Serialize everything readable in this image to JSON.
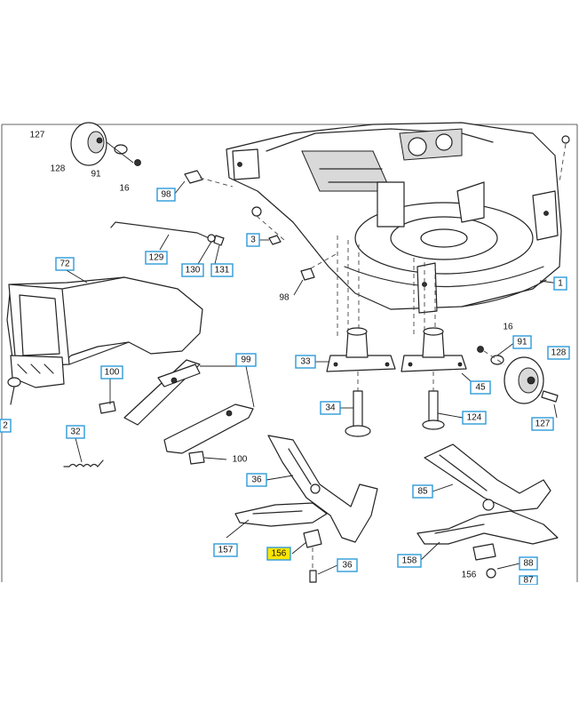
{
  "callouts": {
    "c127_top": "127",
    "c128_left": "128",
    "c91_left": "91",
    "c16_left": "16",
    "c98_top": "98",
    "c3": "3",
    "c129": "129",
    "c130": "130",
    "c131": "131",
    "c72": "72",
    "c1": "1",
    "c98_mid": "98",
    "c33": "33",
    "c45": "45",
    "c16_right": "16",
    "c91_right": "91",
    "c128_right": "128",
    "c127_right": "127",
    "c100_left": "100",
    "c99": "99",
    "c2": "2",
    "c34": "34",
    "c124": "124",
    "c32": "32",
    "c100_mid": "100",
    "c36_top": "36",
    "c85": "85",
    "c157": "157",
    "c156_box": "156",
    "c36_bottom": "36",
    "c158": "158",
    "c156_plain": "156",
    "c88": "88",
    "c87": "87"
  }
}
